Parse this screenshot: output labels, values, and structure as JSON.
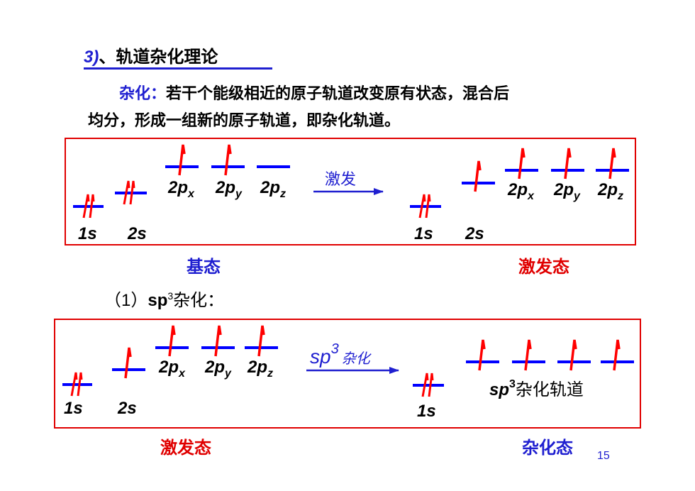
{
  "title": {
    "number": "3)",
    "separator": "、",
    "text": "轨道杂化理论"
  },
  "definition": {
    "term": "杂化：",
    "line1": "若干个能级相近的原子轨道改变原有状态，混合后",
    "line2": "均分，形成一组新的原子轨道，即杂化轨道。"
  },
  "diagram1": {
    "left_labels": {
      "s1": "1s",
      "s2": "2s",
      "px": "2p",
      "py": "2p",
      "pz": "2p",
      "sub_x": "x",
      "sub_y": "y",
      "sub_z": "z"
    },
    "arrow_label": "激发",
    "right_labels": {
      "s1": "1s",
      "s2": "2s",
      "px": "2p",
      "py": "2p",
      "pz": "2p",
      "sub_x": "x",
      "sub_y": "y",
      "sub_z": "z"
    },
    "caption_left": "基态",
    "caption_right": "激发态"
  },
  "section": {
    "paren": "（1）",
    "sp": "sp",
    "sup": "3",
    "text": "杂化："
  },
  "diagram2": {
    "left_labels": {
      "s1": "1s",
      "s2": "2s",
      "px": "2p",
      "py": "2p",
      "pz": "2p",
      "sub_x": "x",
      "sub_y": "y",
      "sub_z": "z"
    },
    "arrow_label_sp": "sp",
    "arrow_label_sup": "3",
    "arrow_label_text": "杂化",
    "right_s1": "1s",
    "hybrid_sp": "sp",
    "hybrid_sup": "3",
    "hybrid_text": "杂化轨道",
    "caption_left": "激发态",
    "caption_right": "杂化态"
  },
  "page_number": "15",
  "colors": {
    "accent_blue": "#1f1fd0",
    "border_red": "#e00000",
    "electron_red": "#ff0000",
    "orbital_blue": "#0000ff"
  }
}
